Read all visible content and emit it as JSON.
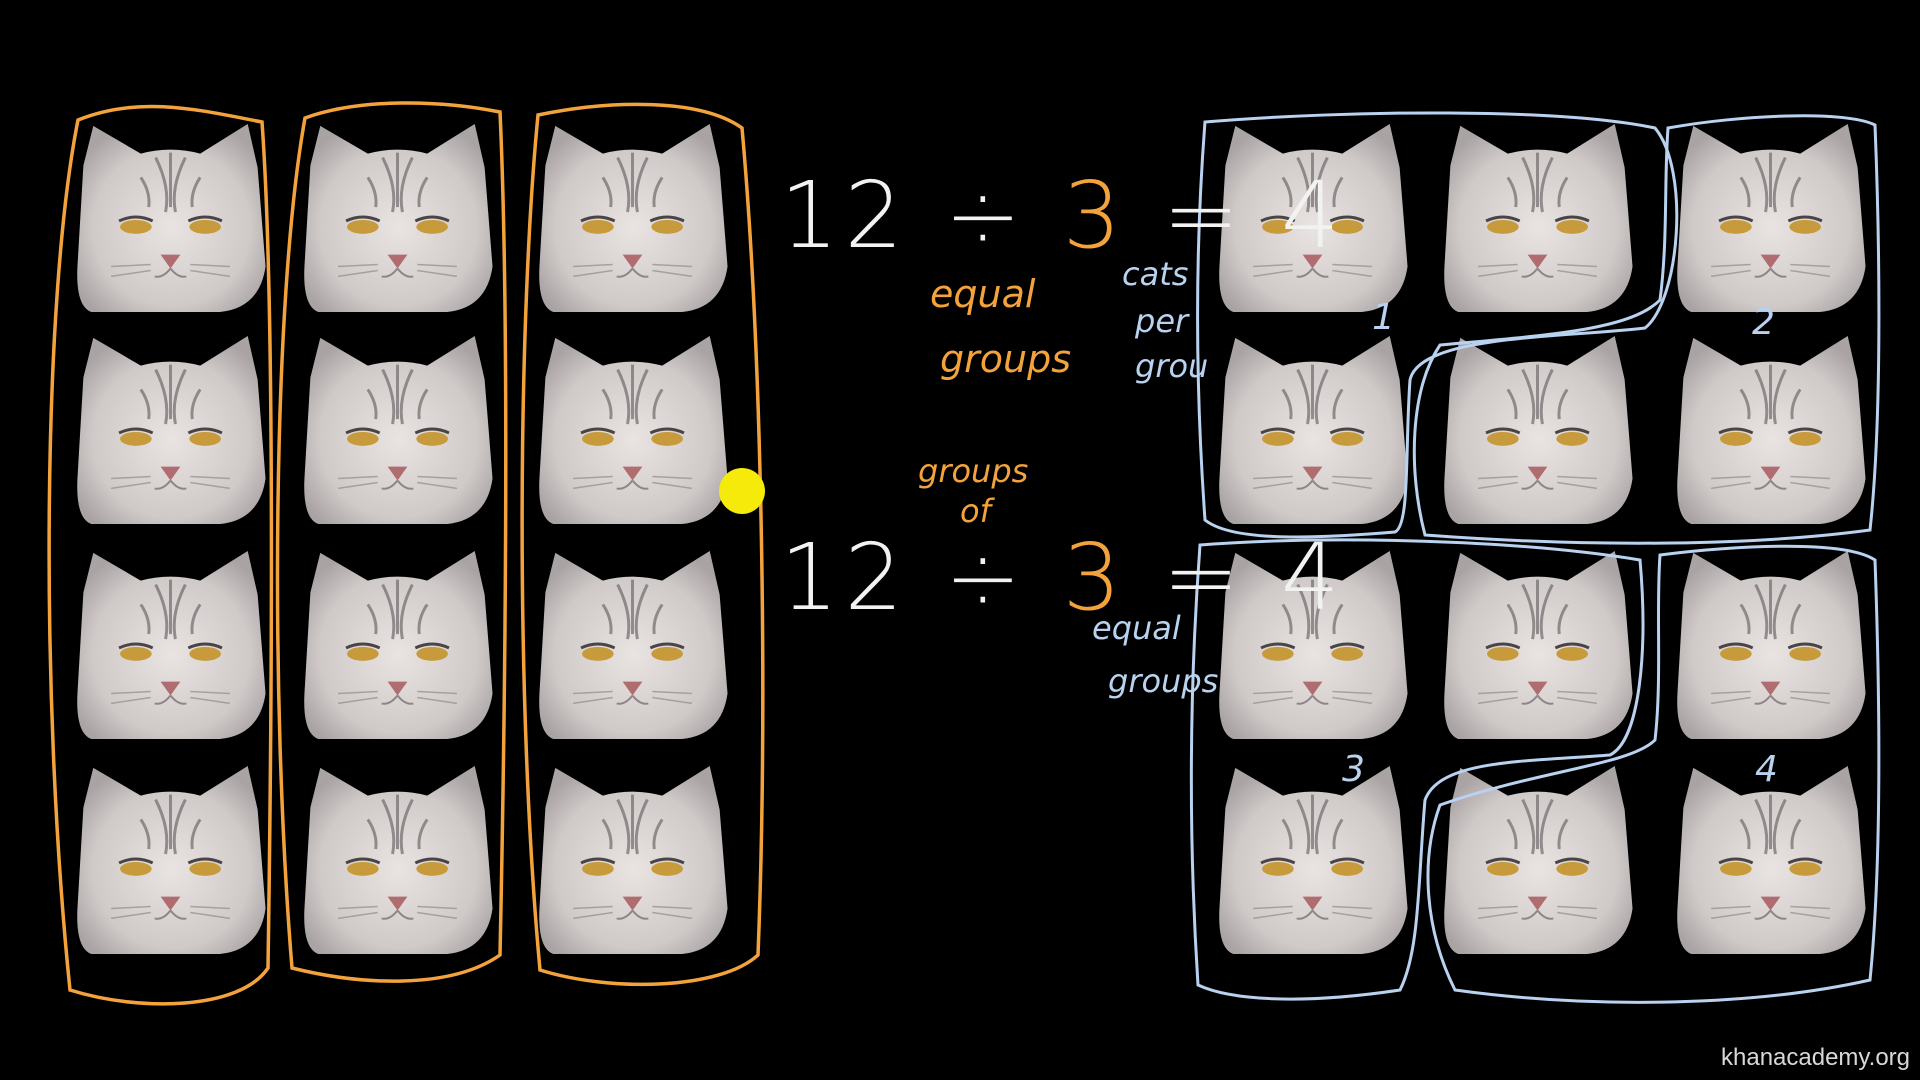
{
  "equation_top": {
    "dividend": "12",
    "sign": "÷",
    "divisor": "3",
    "equals": "=",
    "quotient": "4"
  },
  "equation_bottom": {
    "dividend": "12",
    "sign": "÷",
    "divisor": "3",
    "equals": "=",
    "quotient": "4"
  },
  "labels": {
    "equal_groups_line1": "equal",
    "equal_groups_line2": "groups",
    "cats_line1": "cats",
    "cats_line2": "per",
    "cats_line3": "grou",
    "groups_of_line1": "groups",
    "groups_of_line2": "of",
    "equal_groups2_line1": "equal",
    "equal_groups2_line2": "groups"
  },
  "group_numbers": [
    "1",
    "2",
    "3",
    "4"
  ],
  "watermark": "khanacademy.org",
  "colors": {
    "background": "#000000",
    "orange": "#f4a33c",
    "blue": "#b8d2ef",
    "yellow": "#f5ea0a",
    "chalk": "#f2f2f2"
  },
  "icons": [
    "cat-face-icon",
    "cursor-dot"
  ]
}
